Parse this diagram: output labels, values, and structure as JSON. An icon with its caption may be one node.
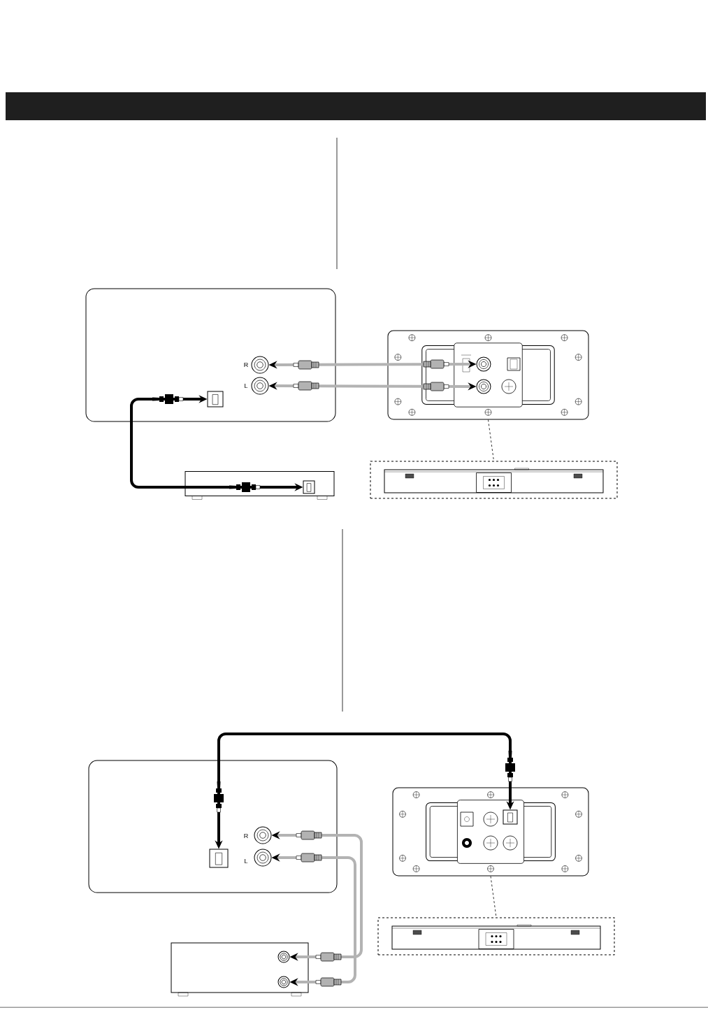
{
  "diagram": {
    "nodes": [
      {
        "text": [],
        "shape": "box"
      },
      {
        "text": [],
        "shape": "circle",
        "in": 0
      },
      {
        "text": [],
        "shape": "circle",
        "in": 0
      },
      {
        "text": [],
        "shape": "box",
        "in": 0
      },
      {
        "text": [],
        "shape": "box"
      },
      {
        "text": [],
        "shape": "box",
        "in": 4
      },
      {
        "text": [],
        "shape": "box"
      },
      {
        "text": [],
        "shape": "circle",
        "in": 6
      },
      {
        "text": [],
        "shape": "circle",
        "in": 6
      },
      {
        "text": [],
        "shape": "box"
      },
      {
        "text": [],
        "shape": "box"
      },
      {
        "text": [],
        "shape": "circle",
        "in": 10
      },
      {
        "text": [],
        "shape": "circle",
        "in": 10
      },
      {
        "text": [],
        "shape": "box",
        "in": 10
      },
      {
        "text": [],
        "shape": "box"
      },
      {
        "text": [],
        "shape": "box",
        "in": 14
      },
      {
        "text": [],
        "shape": "box"
      },
      {
        "text": [],
        "shape": "box"
      },
      {
        "text": [],
        "shape": "circle",
        "in": 17
      },
      {
        "text": [],
        "shape": "circle",
        "in": 17
      }
    ],
    "edges": [
      {
        "from": 7,
        "to": 1,
        "arrow": "both",
        "color": "#b3b3b3"
      },
      {
        "from": 8,
        "to": 2,
        "arrow": "both",
        "color": "#b3b3b3"
      },
      {
        "from": 5,
        "to": 3,
        "arrow": "both",
        "color": "#000000"
      },
      {
        "from": 6,
        "to": 9,
        "arrow": "none",
        "style": "dashed",
        "color": "#000000"
      },
      {
        "from": 13,
        "to": 15,
        "arrow": "both",
        "color": "#000000"
      },
      {
        "from": 18,
        "to": 11,
        "arrow": "both",
        "color": "#b3b3b3"
      },
      {
        "from": 19,
        "to": 12,
        "arrow": "both",
        "color": "#b3b3b3"
      },
      {
        "from": 14,
        "to": 16,
        "arrow": "none",
        "style": "dashed",
        "color": "#000000"
      }
    ],
    "labels": [
      "R",
      "L",
      "R",
      "L"
    ]
  }
}
